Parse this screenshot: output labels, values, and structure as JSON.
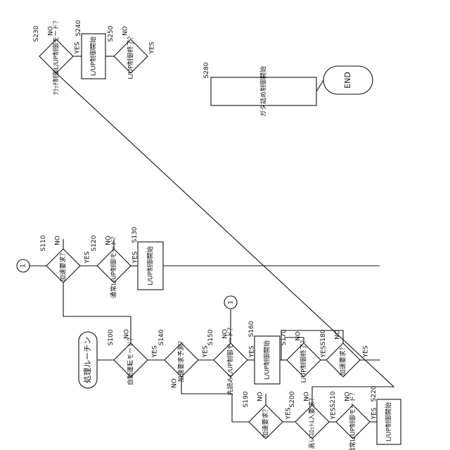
{
  "flowchart": {
    "start_label": "処理ルーチン",
    "end_label": "END",
    "connector_label": "1",
    "yes": "YES",
    "no": "NO",
    "steps": {
      "s100": {
        "id": "S100",
        "text": "自動運転モード？"
      },
      "s140": {
        "id": "S140",
        "text": "加速要求予測？"
      },
      "s150": {
        "id": "S150",
        "text": "先読みL/UP制御モード？"
      },
      "s160": {
        "id": "S160",
        "text": "L/UP制御開始"
      },
      "s170": {
        "id": "S170",
        "text": "L/UP制御終了？"
      },
      "s180": {
        "id": "S180",
        "text": "加速要求？"
      },
      "s110": {
        "id": "S110",
        "text": "加速要求？"
      },
      "s120": {
        "id": "S120",
        "text": "通常L/UP制御モード？"
      },
      "s130": {
        "id": "S130",
        "text": "L/UP制御開始"
      },
      "s190": {
        "id": "S190",
        "text": "加速要求？"
      },
      "s200": {
        "id": "S200",
        "text": "高いｽﾛｯﾄﾙ入要求？"
      },
      "s210": {
        "id": "S210",
        "text": "通常L/UP制御モード？"
      },
      "s220": {
        "id": "S220",
        "text": "L/UP制御開始"
      },
      "s230": {
        "id": "S230",
        "text": "ｸﾗｯﾁ制御L/UP制御モード？"
      },
      "s240": {
        "id": "S240",
        "text": "L/UP制御開始"
      },
      "s250": {
        "id": "S250",
        "text": "L/UP制御終了？"
      },
      "s280": {
        "id": "S280",
        "text": "ガタ詰め制御開始"
      }
    }
  }
}
